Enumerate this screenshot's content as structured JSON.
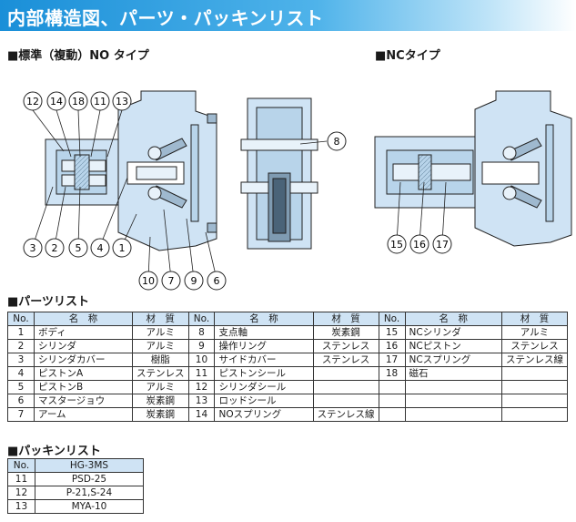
{
  "title": "内部構造図、パーツ・パッキンリスト",
  "sections": {
    "no_type": "■標準（複動）NO タイプ",
    "nc_type": "■NCタイプ",
    "parts": "■パーツリスト",
    "packing": "■パッキンリスト"
  },
  "callouts": [
    "12",
    "14",
    "18",
    "11",
    "13",
    "3",
    "2",
    "5",
    "4",
    "1",
    "10",
    "7",
    "9",
    "6",
    "8",
    "15",
    "16",
    "17"
  ],
  "parts_headers": {
    "no": "No.",
    "name": "名　称",
    "material": "材　質"
  },
  "parts": [
    [
      {
        "no": "1",
        "name": "ボディ",
        "material": "アルミ"
      },
      {
        "no": "8",
        "name": "支点軸",
        "material": "炭素鋼"
      },
      {
        "no": "15",
        "name": "NCシリンダ",
        "material": "アルミ"
      }
    ],
    [
      {
        "no": "2",
        "name": "シリンダ",
        "material": "アルミ"
      },
      {
        "no": "9",
        "name": "操作リング",
        "material": "ステンレス"
      },
      {
        "no": "16",
        "name": "NCピストン",
        "material": "ステンレス"
      }
    ],
    [
      {
        "no": "3",
        "name": "シリンダカバー",
        "material": "樹脂"
      },
      {
        "no": "10",
        "name": "サイドカバー",
        "material": "ステンレス"
      },
      {
        "no": "17",
        "name": "NCスプリング",
        "material": "ステンレス線"
      }
    ],
    [
      {
        "no": "4",
        "name": "ピストンA",
        "material": "ステンレス"
      },
      {
        "no": "11",
        "name": "ピストンシール",
        "material": ""
      },
      {
        "no": "18",
        "name": "磁石",
        "material": ""
      }
    ],
    [
      {
        "no": "5",
        "name": "ピストンB",
        "material": "アルミ"
      },
      {
        "no": "12",
        "name": "シリンダシール",
        "material": ""
      },
      {
        "no": "",
        "name": "",
        "material": ""
      }
    ],
    [
      {
        "no": "6",
        "name": "マスタージョウ",
        "material": "炭素鋼"
      },
      {
        "no": "13",
        "name": "ロッドシール",
        "material": ""
      },
      {
        "no": "",
        "name": "",
        "material": ""
      }
    ],
    [
      {
        "no": "7",
        "name": "アーム",
        "material": "炭素鋼"
      },
      {
        "no": "14",
        "name": "NOスプリング",
        "material": "ステンレス線"
      },
      {
        "no": "",
        "name": "",
        "material": ""
      }
    ]
  ],
  "packing_headers": {
    "no": "No.",
    "model": "HG-3MS"
  },
  "packing": [
    {
      "no": "11",
      "value": "PSD-25"
    },
    {
      "no": "12",
      "value": "P-21,S-24"
    },
    {
      "no": "13",
      "value": "MYA-10"
    }
  ]
}
